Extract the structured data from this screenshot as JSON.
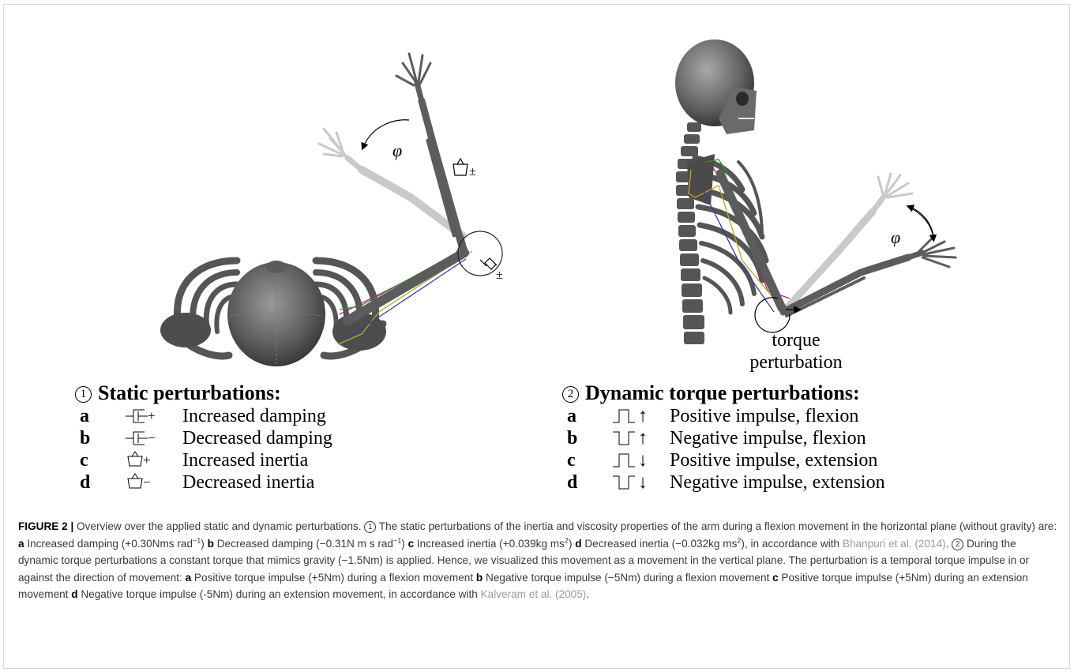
{
  "figure": {
    "left_panel": {
      "angle_symbol": "φ",
      "mass_marker": "±",
      "damper_marker": "±"
    },
    "right_panel": {
      "angle_symbol": "φ",
      "annotation_line1": "torque",
      "annotation_line2": "perturbation"
    },
    "static_legend": {
      "number": "1",
      "title": "Static perturbations:",
      "items": [
        {
          "letter": "a",
          "sign": "+",
          "label": "Increased damping"
        },
        {
          "letter": "b",
          "sign": "−",
          "label": "Decreased damping"
        },
        {
          "letter": "c",
          "sign": "+",
          "label": "Increased inertia"
        },
        {
          "letter": "d",
          "sign": "−",
          "label": "Decreased inertia"
        }
      ]
    },
    "dynamic_legend": {
      "number": "2",
      "title": "Dynamic torque perturbations:",
      "items": [
        {
          "letter": "a",
          "arrow": "↑",
          "label": "Positive impulse, flexion"
        },
        {
          "letter": "b",
          "arrow": "↑",
          "label": "Negative impulse, flexion"
        },
        {
          "letter": "c",
          "arrow": "↓",
          "label": "Positive impulse, extension"
        },
        {
          "letter": "d",
          "arrow": "↓",
          "label": "Negative impulse, extension"
        }
      ]
    },
    "muscle_colors": {
      "magenta": "#b5236e",
      "green": "#2f8f2f",
      "olive": "#b9a829",
      "blue": "#3a3aa0",
      "bone": "#5c5c5c",
      "bone_light": "#c4c4c4"
    }
  },
  "caption": {
    "label": "FIGURE 2 |",
    "intro": " Overview over the applied static and dynamic perturbations. ",
    "circle1": "1",
    "s1": " The static perturbations of the inertia and viscosity properties of the arm during a flexion movement in the horizontal plane (without gravity) are: ",
    "a1": "a",
    "t_a1": " Increased damping (+0.30Nms rad",
    "sup_a1": "−1",
    "t_a1b": ") ",
    "b1": "b",
    "t_b1": " Decreased damping (−0.31N m s rad",
    "sup_b1": "−1",
    "t_b1b": ") ",
    "c1": "c",
    "t_c1": " Increased inertia (+0.039kg ms",
    "sup_c1": "2",
    "t_c1b": ") ",
    "d1": "d",
    "t_d1": " Decreased inertia (−0.032kg ms",
    "sup_d1": "2",
    "t_d1b": "), in accordance with ",
    "ref1": "Bhanpuri et al. (2014)",
    "t_after_ref1": ". ",
    "circle2": "2",
    "s2": " During the dynamic torque perturbations a constant torque that mimics gravity (−1.5Nm) is applied. Hence, we visualized this movement as a movement in the vertical plane. The perturbation is a temporal torque impulse in or against the direction of movement: ",
    "a2": "a",
    "t_a2": " Positive torque impulse (+5Nm) during a flexion movement ",
    "b2": "b",
    "t_b2": " Negative torque impulse (−5Nm) during a flexion movement ",
    "c2": "c",
    "t_c2": " Positive torque impulse (+5Nm) during an extension movement ",
    "d2": "d",
    "t_d2": " Negative torque impulse (-5Nm) during an extension movement, in accordance with ",
    "ref2": "Kalveram et al. (2005)",
    "t_end": "."
  }
}
